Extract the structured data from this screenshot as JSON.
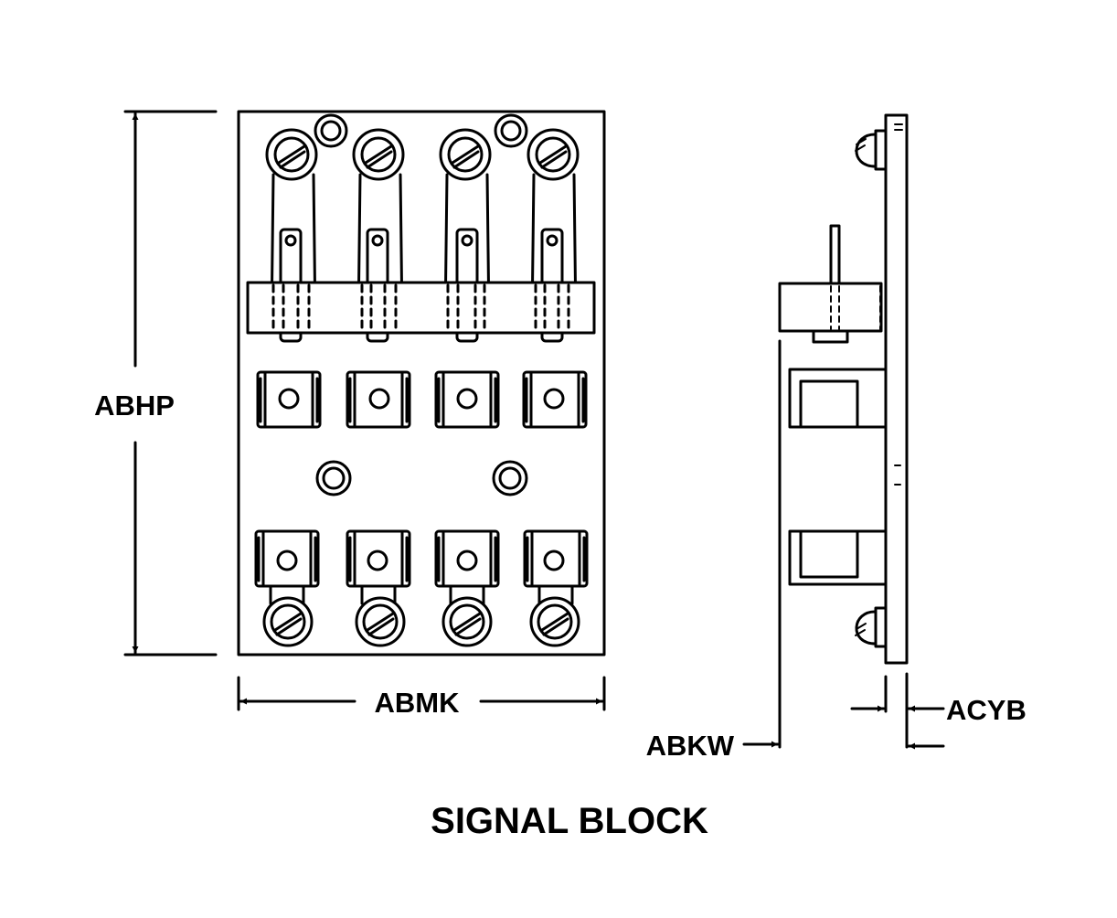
{
  "dimensions": {
    "height_label": "ABHP",
    "width_label": "ABMK",
    "depth_label": "ABKW",
    "thickness_label": "ACYB"
  },
  "caption": "SIGNAL BLOCK"
}
